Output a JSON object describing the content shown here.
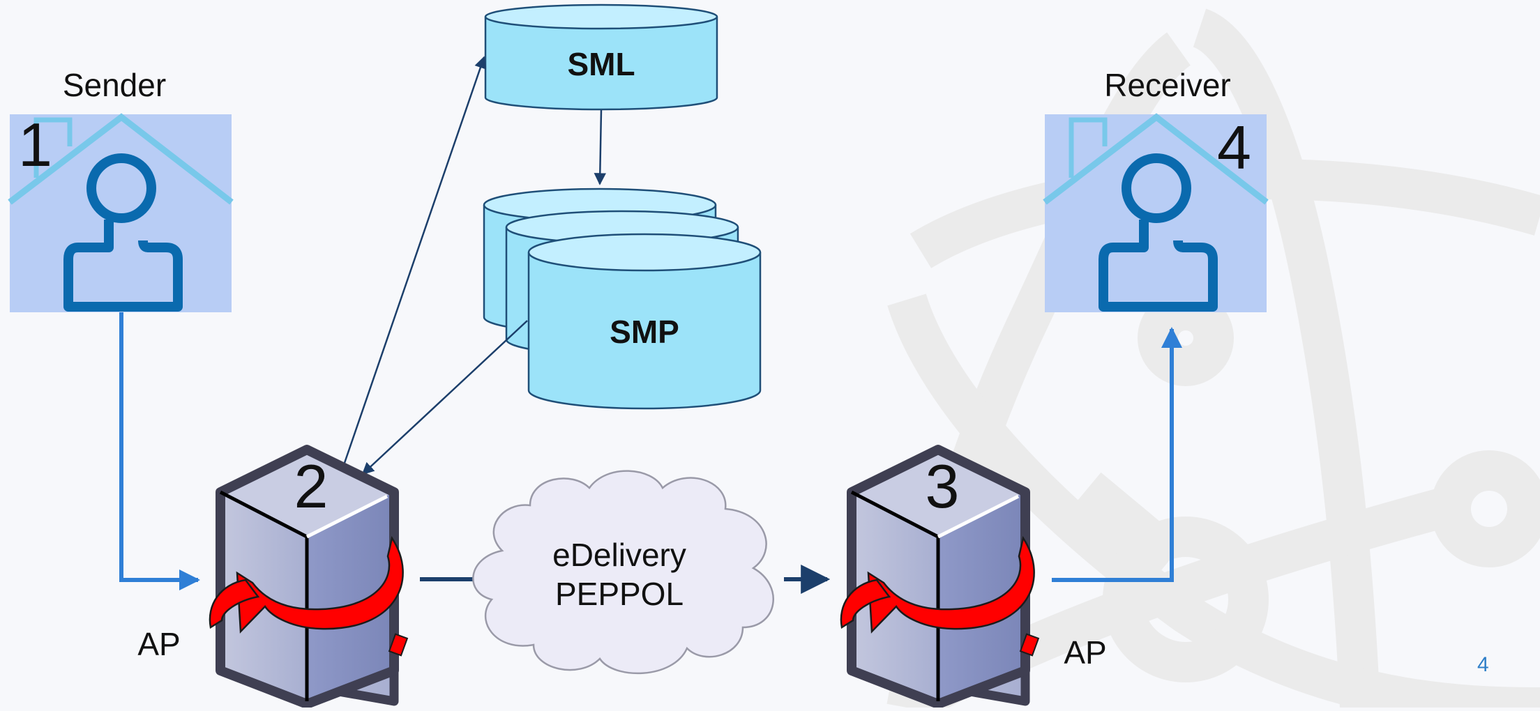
{
  "sender": {
    "title": "Sender",
    "number": "1"
  },
  "receiver": {
    "title": "Receiver",
    "number": "4"
  },
  "access_point_sender": {
    "number": "2",
    "label": "AP"
  },
  "access_point_receiver": {
    "number": "3",
    "label": "AP"
  },
  "sml": {
    "label": "SML"
  },
  "smp": {
    "label": "SMP"
  },
  "network": {
    "line1": "eDelivery",
    "line2": "PEPPOL"
  },
  "slide": {
    "page_number": "4"
  },
  "colors": {
    "background": "#f7f8fb",
    "watermark": "#ebebeb",
    "user_box": "#b8cdf5",
    "user_icon": "#0a6aae",
    "roof": "#78c8ea",
    "database": "#9ce3f9",
    "database_top": "#c3efff",
    "database_border": "#1f4f78",
    "connector_blue": "#2f7fd6",
    "connector_dark": "#1c3f6b",
    "server_frame": "#3f3f52",
    "server_side": "#8e98c6",
    "arrow_red": "#ff0000",
    "cloud": "#ecebf7"
  },
  "icons": [
    "user-house-icon",
    "server-icon",
    "database-icon",
    "cloud-icon",
    "atom-watermark-icon"
  ]
}
